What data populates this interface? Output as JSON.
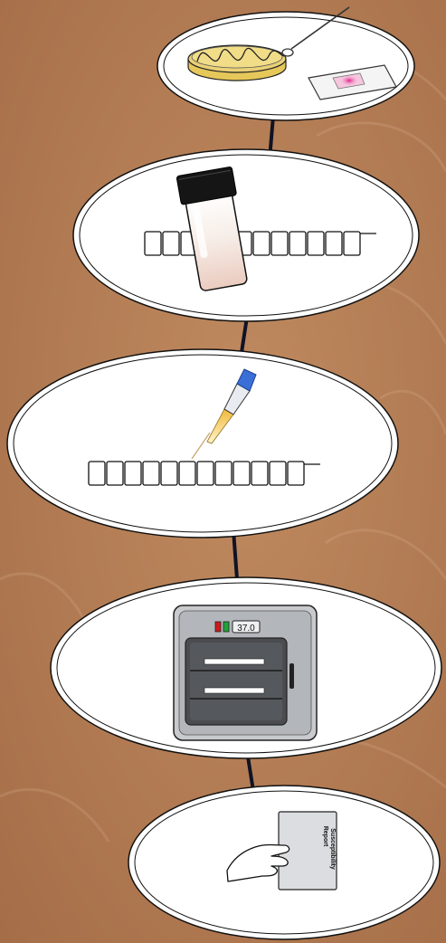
{
  "diagram": {
    "background_color": "#b37a52",
    "connector_color": "#0f1326",
    "steps": [
      {
        "step": "culture",
        "icons": [
          "petri-dish-icon",
          "inoculating-loop-icon",
          "microscope-slide-icon"
        ]
      },
      {
        "step": "suspension",
        "icons": [
          "vial-icon",
          "tube-strip-icon"
        ]
      },
      {
        "step": "pipetting",
        "icons": [
          "pipette-icon",
          "tube-strip-icon"
        ]
      },
      {
        "step": "incubation",
        "icons": [
          "incubator-icon"
        ],
        "incubator_display": "37.0"
      },
      {
        "step": "report",
        "icons": [
          "hand-icon",
          "report-card-icon"
        ],
        "report_label_line1": "Susceptibility",
        "report_label_line2": "Report"
      }
    ]
  }
}
